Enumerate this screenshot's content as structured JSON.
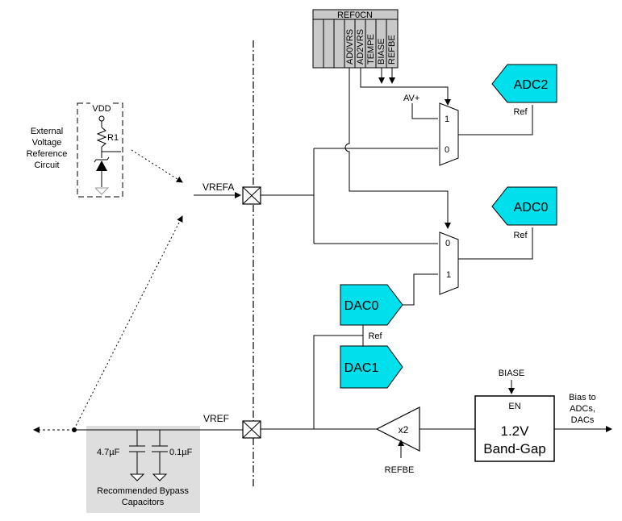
{
  "register": {
    "name": "REF0CN",
    "bits": [
      "AD0VRS",
      "AD2VRS",
      "TEMPE",
      "BIASE",
      "REFBE"
    ]
  },
  "external_circuit": {
    "label_lines": [
      "External",
      "Voltage",
      "Reference",
      "Circuit"
    ],
    "vdd": "VDD",
    "resistor": "R1"
  },
  "signals": {
    "vrefa": "VREFA",
    "vref": "VREF",
    "av_plus": "AV+",
    "biase": "BIASE",
    "refbe": "REFBE",
    "en": "EN",
    "bias_out_lines": [
      "Bias to",
      "ADCs,",
      "DACs"
    ]
  },
  "mux_top": {
    "input_1": "1",
    "input_0": "0"
  },
  "mux_bottom": {
    "input_0": "0",
    "input_1": "1"
  },
  "blocks": {
    "adc2": {
      "label": "ADC2",
      "ref": "Ref"
    },
    "adc0": {
      "label": "ADC0",
      "ref": "Ref"
    },
    "dac0": {
      "label": "DAC0",
      "ref": "Ref"
    },
    "dac1": {
      "label": "DAC1"
    },
    "buffer": "x2",
    "bandgap_lines": [
      "1.2V",
      "Band-Gap"
    ]
  },
  "bypass": {
    "cap1": "4.7µF",
    "cap2": "0.1µF",
    "caption_lines": [
      "Recommended Bypass",
      "Capacitors"
    ]
  },
  "colors": {
    "block_fill": "#00e0ec",
    "register_fill": "#c9c9c9",
    "bypass_fill": "#dedede"
  }
}
